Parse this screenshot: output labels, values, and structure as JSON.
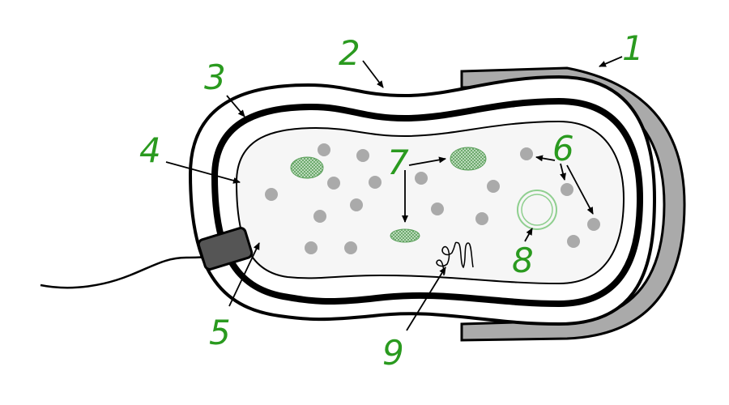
{
  "colors": {
    "label": "#2a9a1f",
    "outline": "#000000",
    "capsule_fill": "#aaaaaa",
    "granule": "#aaaaaa",
    "ribosome_fill": "#8fc38f",
    "plasmid": "#8fcf8f"
  },
  "labels": [
    "1",
    "2",
    "3",
    "4",
    "5",
    "6",
    "7",
    "8",
    "9"
  ]
}
